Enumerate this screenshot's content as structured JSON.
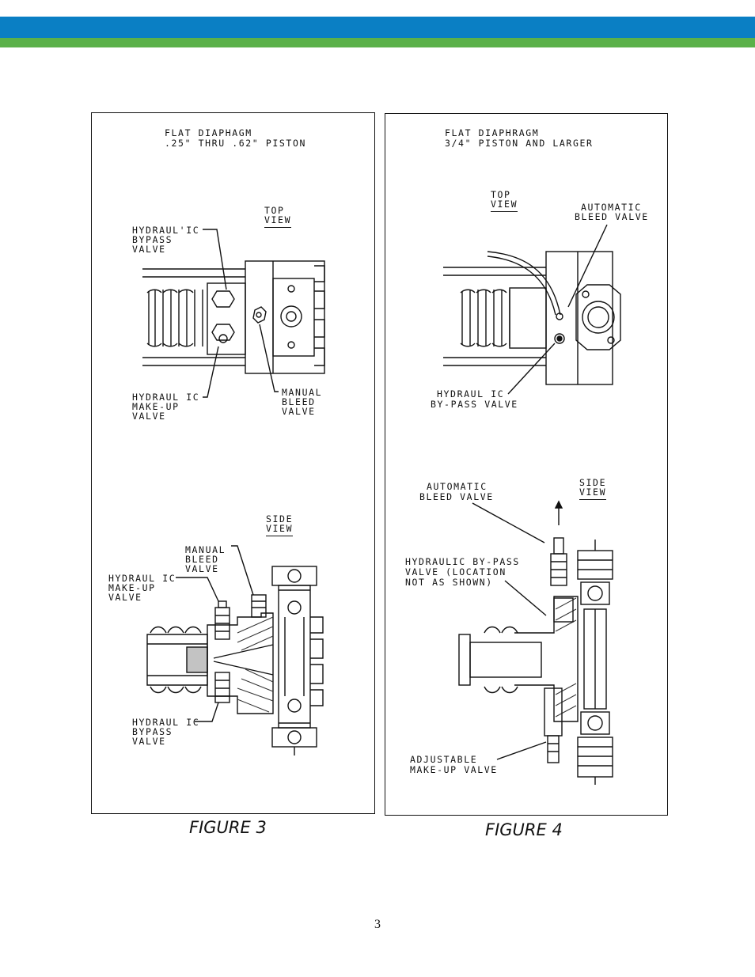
{
  "header": {
    "band_colors": {
      "blue": "#0a7fc4",
      "green": "#5bb14a"
    }
  },
  "figure3": {
    "caption": "FIGURE 3",
    "title_line1": "FLAT DIAPHAGM",
    "title_line2": ".25\" THRU .62\" PISTON",
    "top_view": {
      "label_line1": "TOP",
      "label_line2": "VIEW"
    },
    "top_callouts": {
      "bypass": [
        "HYDRAUL'IC",
        "BYPASS",
        "VALVE"
      ],
      "makeup": [
        "HYDRAUL IC",
        "MAKE-UP",
        "VALVE"
      ],
      "bleed": [
        "MANUAL",
        "BLEED",
        "VALVE"
      ]
    },
    "side_view": {
      "label_line1": "SIDE",
      "label_line2": "VIEW"
    },
    "side_callouts": {
      "bleed": [
        "MANUAL",
        "BLEED",
        "VALVE"
      ],
      "makeup": [
        "HYDRAUL IC",
        "MAKE-UP",
        "VALVE"
      ],
      "bypass": [
        "HYDRAUL IC",
        "BYPASS",
        "VALVE"
      ]
    }
  },
  "figure4": {
    "caption": "FIGURE 4",
    "title_line1": "FLAT DIAPHRAGM",
    "title_line2": "3/4\" PISTON AND LARGER",
    "top_view": {
      "label_line1": "TOP",
      "label_line2": "VIEW"
    },
    "top_callouts": {
      "auto_bleed": [
        "AUTOMATIC",
        "BLEED VALVE"
      ],
      "bypass": [
        "HYDRAUL IC",
        "BY-PASS VALVE"
      ]
    },
    "side_view": {
      "label_line1": "SIDE",
      "label_line2": "VIEW"
    },
    "side_callouts": {
      "auto_bleed": [
        "AUTOMATIC",
        "BLEED VALVE"
      ],
      "bypass": [
        "HYDRAULIC BY-PASS",
        "VALVE (LOCATION",
        "NOT AS SHOWN)"
      ],
      "makeup": [
        "ADJUSTABLE",
        "MAKE-UP VALVE"
      ]
    }
  },
  "page_number": "3"
}
